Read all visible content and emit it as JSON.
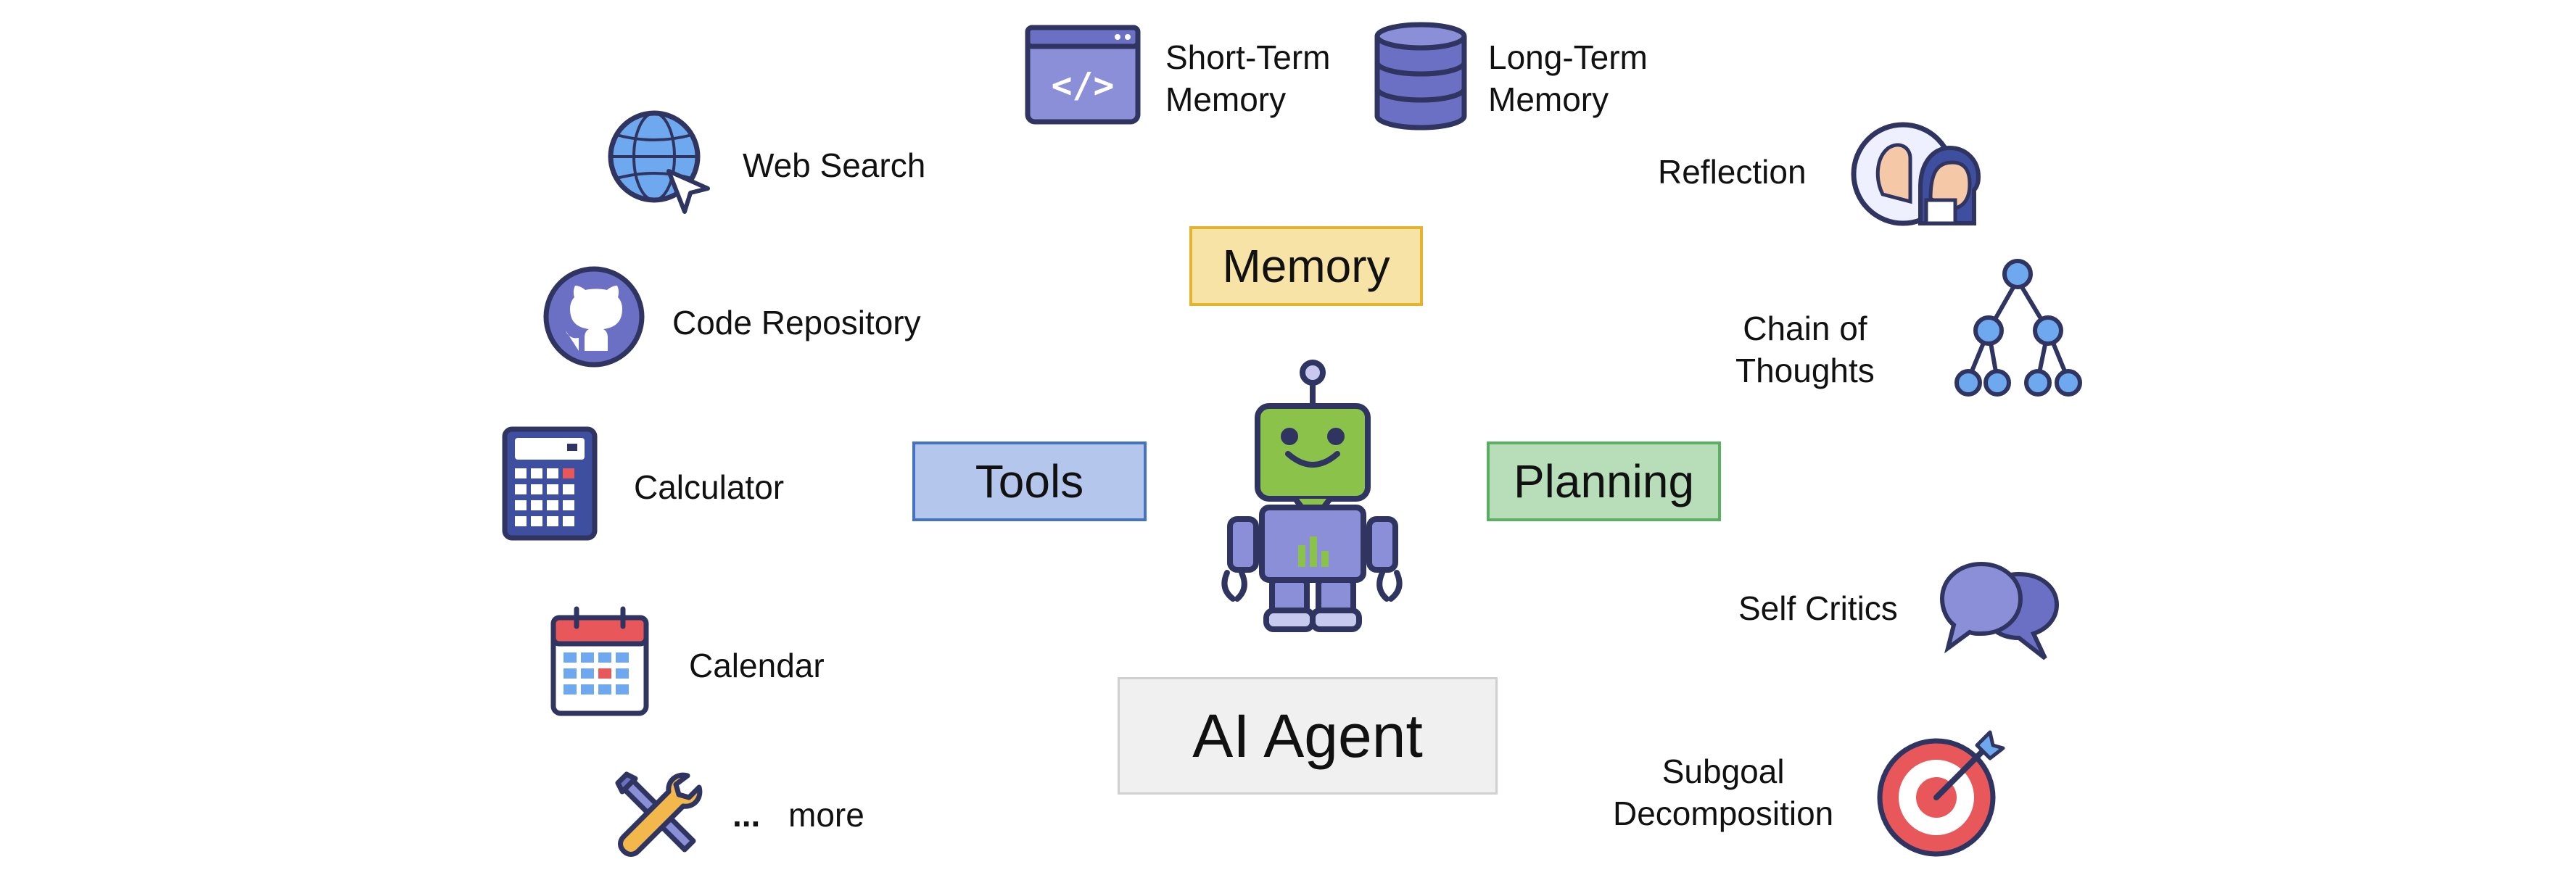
{
  "center": {
    "title": "AI Agent",
    "memory": "Memory",
    "tools": "Tools",
    "planning": "Planning"
  },
  "memory_items": [
    {
      "line1": "Short-Term",
      "line2": "Memory",
      "icon": "code-window-icon"
    },
    {
      "line1": "Long-Term",
      "line2": "Memory",
      "icon": "database-icon"
    }
  ],
  "tools_items": [
    {
      "label": "Web Search",
      "icon": "globe-cursor-icon"
    },
    {
      "label": "Code Repository",
      "icon": "github-icon"
    },
    {
      "label": "Calculator",
      "icon": "calculator-icon"
    },
    {
      "label": "Calendar",
      "icon": "calendar-icon"
    },
    {
      "label": "more",
      "ellipsis": "...",
      "icon": "wrench-screwdriver-icon"
    }
  ],
  "planning_items": [
    {
      "label": "Reflection",
      "icon": "reflection-faces-icon"
    },
    {
      "line1": "Chain of",
      "line2": "Thoughts",
      "icon": "tree-diagram-icon"
    },
    {
      "label": "Self Critics",
      "icon": "chat-bubbles-icon"
    },
    {
      "line1": "Subgoal",
      "line2": "Decomposition",
      "icon": "target-arrow-icon"
    }
  ],
  "colors": {
    "memory_fill": "#F6E3A5",
    "memory_border": "#E6B32E",
    "tools_fill": "#B4C6EB",
    "tools_border": "#4472C4",
    "planning_fill": "#B7DDB9",
    "planning_border": "#5BAF60",
    "agent_fill": "#F0F0F0",
    "agent_border": "#D0D0D0",
    "icon_outline": "#2F3560",
    "icon_purple": "#8A8FD8",
    "icon_blue": "#6EA8EE",
    "robot_green": "#8BC34A",
    "target_red": "#E8585A"
  }
}
